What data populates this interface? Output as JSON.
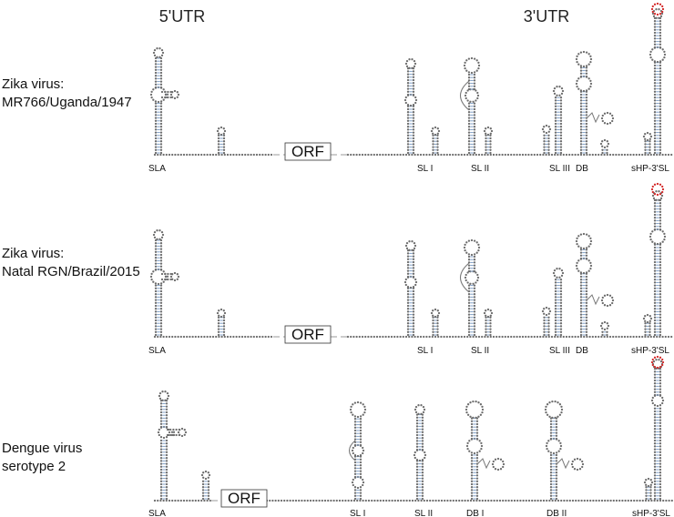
{
  "headers": {
    "utr5": "5'UTR",
    "utr3": "3'UTR"
  },
  "rows": [
    {
      "id": "zika-mr766",
      "name_line1": "Zika virus:",
      "name_line2": "MR766/Uganda/1947",
      "orf": "ORF",
      "labels": {
        "sla": "SLA",
        "sl1": "SL I",
        "sl2": "SL II",
        "sl3": "SL III",
        "db": "DB",
        "shp": "sHP-3'SL"
      }
    },
    {
      "id": "zika-natal",
      "name_line1": "Zika virus:",
      "name_line2": "Natal RGN/Brazil/2015",
      "orf": "ORF",
      "labels": {
        "sla": "SLA",
        "sl1": "SL I",
        "sl2": "SL II",
        "sl3": "SL III",
        "db": "DB",
        "shp": "sHP-3'SL"
      }
    },
    {
      "id": "dengue-2",
      "name_line1": "Dengue virus",
      "name_line2": "serotype 2",
      "orf": "ORF",
      "labels": {
        "sla": "SLA",
        "sl1": "SL I",
        "sl2": "SL II",
        "db1": "DB I",
        "db2": "DB II",
        "shp": "sHP-3'SL"
      }
    }
  ],
  "colors": {
    "nucleotide": "#6d6d6d",
    "basepair": "#7f9ec4",
    "loop_highlight": "#d42a2a",
    "dash": "#9a9a9a"
  }
}
